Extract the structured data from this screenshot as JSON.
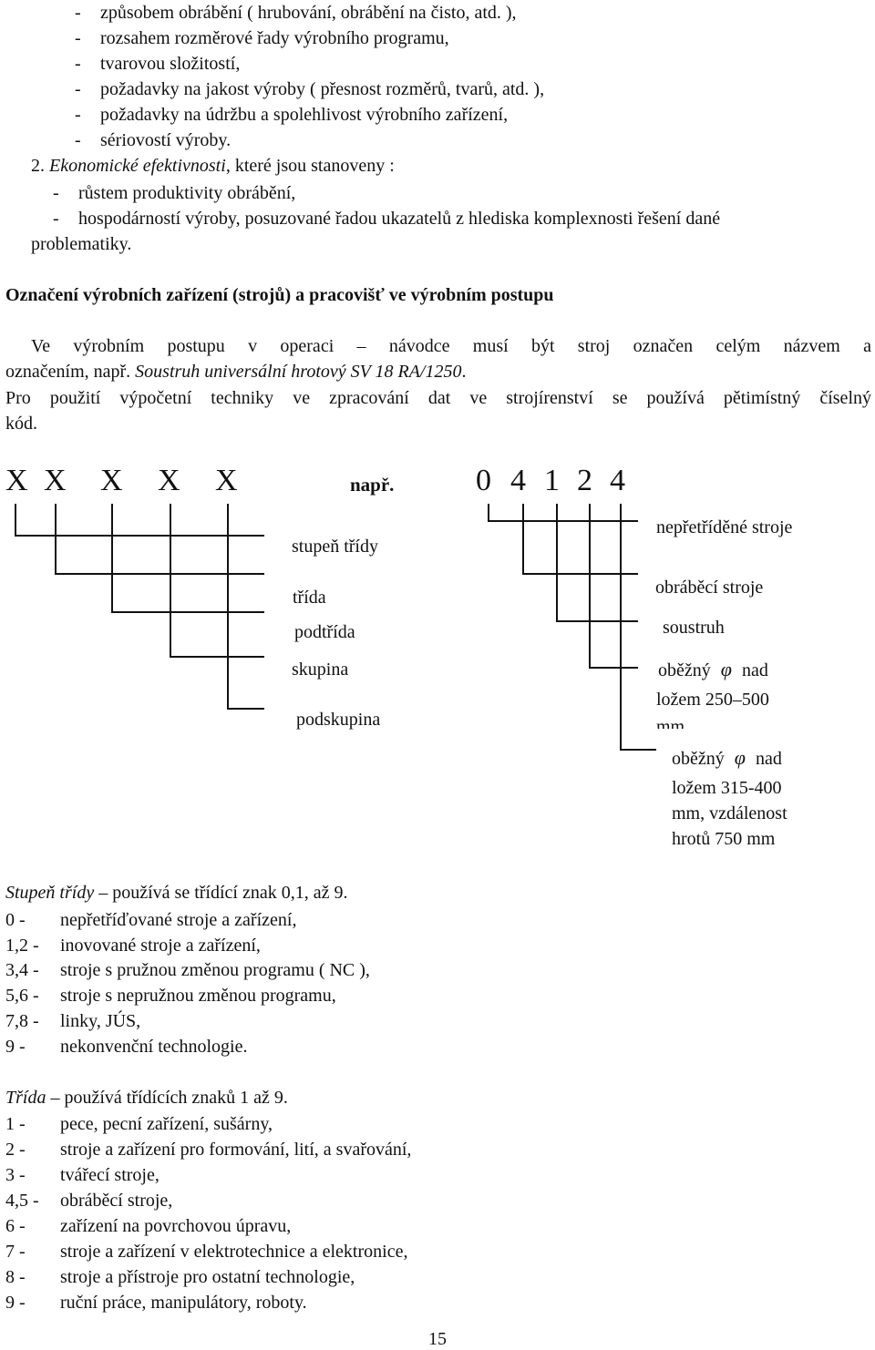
{
  "intro_items": [
    "způsobem obrábění ( hrubování, obrábění na čisto, atd. ),",
    "rozsahem rozměrové řady výrobního programu,",
    "tvarovou složitostí,",
    "požadavky na jakost výroby ( přesnost rozměrů, tvarů, atd. ),",
    "požadavky na údržbu a spolehlivost výrobního zařízení,",
    "sériovostí výroby."
  ],
  "section2": {
    "number": "2.",
    "term": "Ekonomické efektivnosti",
    "rest": ", které jsou stanoveny :",
    "items": [
      "růstem produktivity obrábění,",
      "hospodárností výroby, posuzované řadou ukazatelů z hlediska komplexnosti řešení dané"
    ],
    "continuation": "problematiky."
  },
  "heading": "Označení výrobních zařízení (strojů) a pracovišť ve výrobním postupu",
  "paragraph1_line1": "Ve výrobním postupu v operaci – návodce musí být stroj označen celým názvem a",
  "paragraph1_line2_a": "označením, např. ",
  "paragraph1_line2_example": "Soustruh universální hrotový  SV 18 RA/1250",
  "paragraph1_line2_b": ".",
  "paragraph2_line1": "Pro použití výpočetní techniky ve zpracování dat ve strojírenství se používá pětimístný číselný",
  "paragraph2_line2": "kód.",
  "code": {
    "symbols": [
      "X",
      "X",
      "X",
      "X",
      "X"
    ],
    "example_label": "např.",
    "example_digits": [
      "0",
      "4",
      "1",
      "2",
      "4"
    ],
    "left_labels": [
      "stupeň třídy",
      "třída",
      "podtřída",
      "skupina",
      "podskupina"
    ],
    "right_labels": [
      "nepřetříděné stroje",
      "obráběcí stroje",
      "soustruh",
      "oběžný",
      "nad",
      "ložem 250–500",
      "mm",
      "oběžný",
      "nad",
      "ložem 315-400",
      "mm, vzdálenost",
      "hrotů 750 mm"
    ],
    "phi_symbol": "φ"
  },
  "stupen": {
    "title": "Stupeň třídy",
    "dash": " – ",
    "desc": "  používá se třídící znak  0,1, až 9.",
    "items": [
      {
        "code": "0",
        "text": "nepřetříďované stroje a zařízení,"
      },
      {
        "code": "1,2",
        "text": "inovované stroje a zařízení,"
      },
      {
        "code": "3,4",
        "text": "stroje s pružnou změnou programu ( NC ),"
      },
      {
        "code": "5,6",
        "text": "stroje s nepružnou změnou programu,"
      },
      {
        "code": "7,8",
        "text": "linky, JÚS,"
      },
      {
        "code": "9",
        "text": "nekonvenční technologie."
      }
    ]
  },
  "trida": {
    "title": "Třída",
    "dash": " – ",
    "desc": "používá třídících znaků 1 až 9.",
    "items": [
      {
        "code": "1",
        "text": "pece, pecní zařízení, sušárny,"
      },
      {
        "code": "2",
        "text": "stroje a zařízení pro formování, lití, a svařování,"
      },
      {
        "code": "3",
        "text": "tvářecí stroje,"
      },
      {
        "code": "4,5",
        "text": "obráběcí stroje,"
      },
      {
        "code": "6",
        "text": "zařízení na povrchovou úpravu,"
      },
      {
        "code": "7",
        "text": "stroje a zařízení v elektrotechnice a elektronice,"
      },
      {
        "code": "8",
        "text": "stroje a přístroje pro ostatní technologie,"
      },
      {
        "code": "9",
        "text": "ruční práce, manipulátory, roboty."
      }
    ]
  },
  "page_number": "15"
}
